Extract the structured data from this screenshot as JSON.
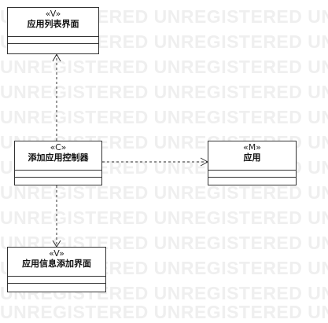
{
  "watermark": {
    "text": "UNREGISTERED UNREGISTERED UNREGISTERED"
  },
  "classes": [
    {
      "id": "list-view",
      "stereotype": "«V»",
      "name": "应用列表界面"
    },
    {
      "id": "add-controller",
      "stereotype": "«C»",
      "name": "添加应用控制器"
    },
    {
      "id": "app-model",
      "stereotype": "«M»",
      "name": "应用"
    },
    {
      "id": "add-view",
      "stereotype": "«V»",
      "name": "应用信息添加界面"
    }
  ],
  "dependencies": [
    {
      "from": "添加应用控制器",
      "to": "应用列表界面",
      "style": "dashed"
    },
    {
      "from": "添加应用控制器",
      "to": "应用",
      "style": "dashed"
    },
    {
      "from": "添加应用控制器",
      "to": "应用信息添加界面",
      "style": "dashed"
    }
  ]
}
